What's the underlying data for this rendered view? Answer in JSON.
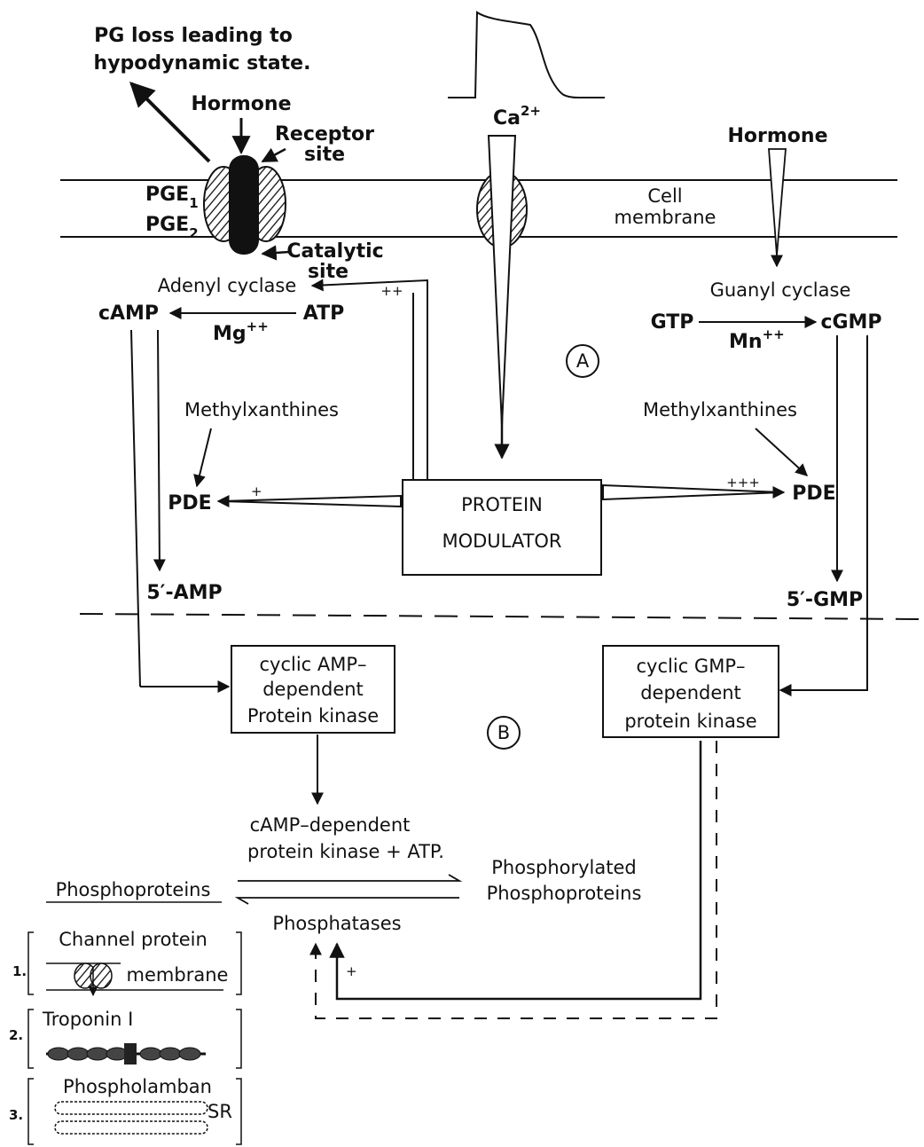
{
  "top": {
    "pg_loss_line1": "PG loss leading to",
    "pg_loss_line2": "hypodynamic state.",
    "hormone_left": "Hormone",
    "receptor_line1": "Receptor",
    "receptor_line2": "site",
    "ca_base": "Ca",
    "ca_sup": "2+",
    "hormone_right": "Hormone",
    "pge1": "PGE",
    "pge1_sub": "1",
    "pge2": "PGE",
    "pge2_sub": "2",
    "cell_membrane_line1": "Cell",
    "cell_membrane_line2": "membrane",
    "catalytic_line1": "Catalytic",
    "catalytic_line2": "site"
  },
  "left_pathway": {
    "adenyl_cyclase": "Adenyl cyclase",
    "plus_plus": "++",
    "camp": "cAMP",
    "atp": "ATP",
    "mg": "Mg",
    "mg_sup": "++",
    "methylxanthines": "Methylxanthines",
    "pde": "PDE",
    "plus": "+",
    "five_amp": "5′-AMP"
  },
  "right_pathway": {
    "guanyl_cyclase": "Guanyl cyclase",
    "gtp": "GTP",
    "cgmp": "cGMP",
    "mn": "Mn",
    "mn_sup": "++",
    "methylxanthines": "Methylxanthines",
    "pde": "PDE",
    "plus_plus_plus": "+++",
    "five_gmp": "5′-GMP"
  },
  "center": {
    "circle_a": "A",
    "circle_b": "B",
    "modulator_line1": "PROTEIN",
    "modulator_line2": "MODULATOR"
  },
  "kinases": {
    "camp_line1": "cyclic AMP–",
    "camp_line2": "dependent",
    "camp_line3": "Protein kinase",
    "cgmp_line1": "cyclic GMP–",
    "cgmp_line2": "dependent",
    "cgmp_line3": "protein kinase"
  },
  "bottom": {
    "camp_kinase_atp_line1": "cAMP–dependent",
    "camp_kinase_atp_line2": "protein kinase + ATP.",
    "phosphorylated_line1": "Phosphorylated",
    "phosphorylated_line2": "Phosphoproteins",
    "phosphoproteins": "Phosphoproteins",
    "phosphatases": "Phosphatases",
    "plus": "+"
  },
  "substrates": {
    "item1_num": "1.",
    "item1_label": "Channel protein",
    "item1_sub": "membrane",
    "item2_num": "2.",
    "item2_label": "Troponin I",
    "item3_num": "3.",
    "item3_label": "Phospholamban",
    "item3_sub": "SR"
  }
}
